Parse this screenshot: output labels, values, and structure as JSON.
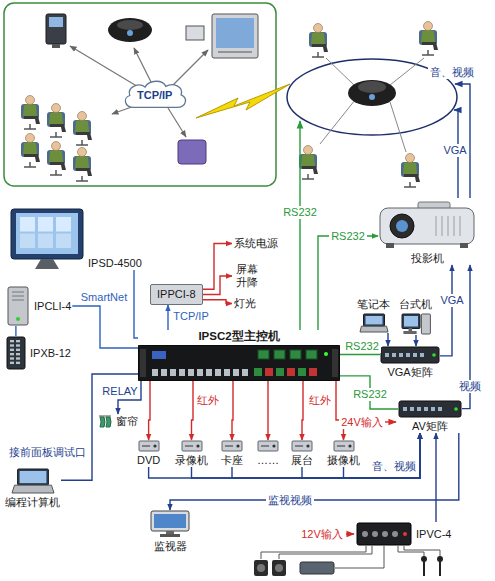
{
  "diagram": {
    "nodes": [
      {
        "text": [
          "TCP/IP"
        ]
      },
      {
        "text": [
          "IPSD-4500"
        ]
      },
      {
        "text": [
          "系统电源"
        ]
      },
      {
        "text": [
          "IPPCI-8"
        ]
      },
      {
        "text": [
          "屏幕 升降"
        ]
      },
      {
        "text": [
          "投影机"
        ]
      },
      {
        "text": [
          "灯光"
        ]
      },
      {
        "text": [
          "IPCLI-4"
        ]
      },
      {
        "text": [
          "笔记本"
        ]
      },
      {
        "text": [
          "台式机"
        ]
      },
      {
        "text": [
          "IPSC2型主控机"
        ]
      },
      {
        "text": [
          "IPXB-12"
        ]
      },
      {
        "text": [
          "VGA矩阵"
        ]
      },
      {
        "text": [
          "AV矩阵"
        ]
      },
      {
        "text": [
          "窗帘"
        ]
      },
      {
        "text": [
          "DVD"
        ]
      },
      {
        "text": [
          "录像机"
        ]
      },
      {
        "text": [
          "卡座"
        ]
      },
      {
        "text": [
          "……"
        ]
      },
      {
        "text": [
          "展台"
        ]
      },
      {
        "text": [
          "摄像机"
        ]
      },
      {
        "text": [
          "编程计算机"
        ]
      },
      {
        "text": [
          "监视器"
        ]
      },
      {
        "text": [
          "IPVC-4"
        ]
      }
    ],
    "edges": [
      {
        "from": 1,
        "to": 10,
        "arrow": "none"
      },
      {
        "from": 7,
        "to": 10,
        "label": "SmartNet",
        "arrow": "none"
      },
      {
        "from": 11,
        "to": 7,
        "arrow": "none"
      },
      {
        "from": 10,
        "to": 3,
        "label": "TCP/IP",
        "arrow": "to"
      },
      {
        "from": 3,
        "to": 2,
        "arrow": "to"
      },
      {
        "from": 3,
        "to": 4,
        "arrow": "to"
      },
      {
        "from": 3,
        "to": 6,
        "arrow": "to"
      },
      {
        "from": 10,
        "to": 14,
        "label": "RELAY",
        "arrow": "to"
      },
      {
        "from": 10,
        "to": 15,
        "arrow": "to"
      },
      {
        "from": 10,
        "to": 16,
        "label": "红外",
        "arrow": "to"
      },
      {
        "from": 10,
        "to": 17,
        "arrow": "to"
      },
      {
        "from": 10,
        "to": 18,
        "arrow": "to"
      },
      {
        "from": 10,
        "to": 19,
        "label": "红外",
        "arrow": "to"
      },
      {
        "from": 10,
        "to": 20,
        "arrow": "to"
      },
      {
        "from": 10,
        "to": 5,
        "label": "RS232",
        "arrow": "to"
      },
      {
        "from": 10,
        "to": 12,
        "label": "RS232",
        "arrow": "none"
      },
      {
        "from": 10,
        "to": 13,
        "label": "RS232",
        "arrow": "none"
      },
      {
        "from": 8,
        "to": 12,
        "arrow": "to"
      },
      {
        "from": 9,
        "to": 12,
        "arrow": "to"
      },
      {
        "from": 12,
        "to": 5,
        "label": "VGA",
        "arrow": "to"
      },
      {
        "from": 13,
        "to": 5,
        "label": "视频",
        "arrow": "to"
      },
      {
        "from": 15,
        "to": 13,
        "arrow": "to"
      },
      {
        "from": 16,
        "to": 13,
        "arrow": "to"
      },
      {
        "from": 17,
        "to": 13,
        "arrow": "to"
      },
      {
        "from": 19,
        "to": 13,
        "arrow": "to"
      },
      {
        "from": 20,
        "to": 13,
        "label": "音、视频",
        "arrow": "to"
      },
      {
        "from": 13,
        "to": 22,
        "label": "监视视频",
        "arrow": "to"
      },
      {
        "from": 21,
        "to": 10,
        "label": "接前面板调试口",
        "arrow": "none"
      },
      {
        "from": 23,
        "to": 13,
        "arrow": "to"
      }
    ],
    "labels": [
      "RS232",
      "VGA",
      "音、视频",
      "24V输入",
      "12V输入"
    ]
  }
}
